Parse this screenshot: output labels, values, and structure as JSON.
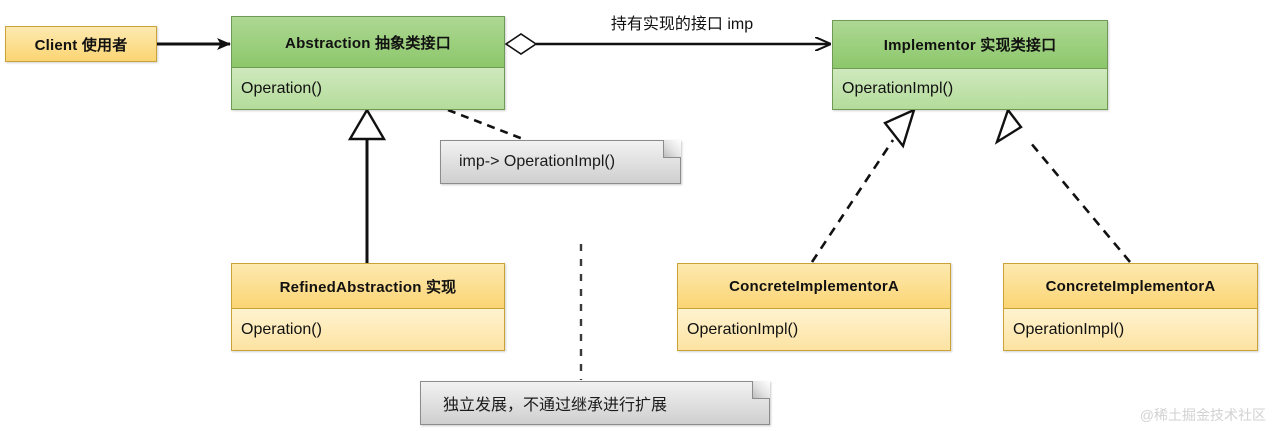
{
  "diagram": {
    "title": "Bridge Pattern UML Class Diagram",
    "background": "#ffffff",
    "colors": {
      "green_header": "#8cc76a",
      "green_body": "#b4dc9b",
      "green_border": "#6f9a55",
      "yellow_header": "#fbd573",
      "yellow_body": "#fde3a2",
      "yellow_border": "#c9a23a",
      "note_fill": "#d8d8d8",
      "note_border": "#8c8c8c",
      "line": "#111111",
      "watermark": "#d2d2d2"
    }
  },
  "classes": {
    "client": {
      "name": "Client 使用者",
      "members": []
    },
    "abstraction": {
      "name": "Abstraction  抽象类接口",
      "members": [
        "Operation()"
      ]
    },
    "implementor": {
      "name": "Implementor 实现类接口",
      "members": [
        "OperationImpl()"
      ]
    },
    "refined_abstraction": {
      "name": "RefinedAbstraction 实现",
      "members": [
        "Operation()"
      ]
    },
    "concrete_implementor_a": {
      "name": "ConcreteImplementorA",
      "members": [
        "OperationImpl()"
      ]
    },
    "concrete_implementor_b": {
      "name": "ConcreteImplementorA",
      "members": [
        "OperationImpl()"
      ]
    }
  },
  "relations": {
    "client_to_abstraction": {
      "type": "association",
      "label": ""
    },
    "abstraction_to_implementor": {
      "type": "aggregation",
      "label": "持有实现的接口 imp"
    },
    "refined_to_abstraction": {
      "type": "generalization",
      "label": ""
    },
    "concrete_a_to_implementor": {
      "type": "realization",
      "label": ""
    },
    "concrete_b_to_implementor": {
      "type": "realization",
      "label": ""
    },
    "separator": {
      "type": "dashed-divider",
      "label": ""
    }
  },
  "notes": {
    "imp_note": "imp-> OperationImpl()",
    "bottom_note": "独立发展，不通过继承进行扩展"
  },
  "watermark": {
    "text": "@稀土掘金技术社区"
  }
}
